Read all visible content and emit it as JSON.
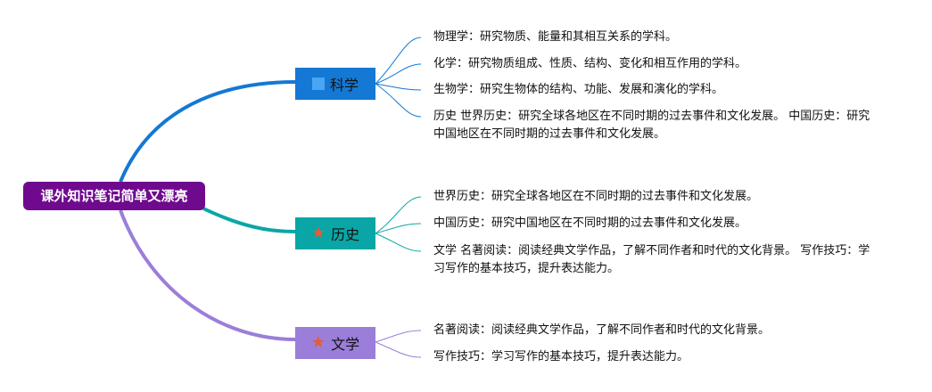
{
  "colors": {
    "root": "#6f0a8f",
    "science": "#1478d4",
    "history": "#0aa6a6",
    "literature": "#9b7ed9",
    "star": "#e35d3a"
  },
  "root": {
    "label": "课外知识笔记简单又漂亮"
  },
  "branches": [
    {
      "label": "科学",
      "icon": "square-icon",
      "leaves": [
        "物理学：研究物质、能量和其相互关系的学科。",
        "化学：研究物质组成、性质、结构、变化和相互作用的学科。",
        "生物学：研究生物体的结构、功能、发展和演化的学科。",
        "历史 世界历史：研究全球各地区在不同时期的过去事件和文化发展。 中国历史：研究中国地区在不同时期的过去事件和文化发展。"
      ]
    },
    {
      "label": "历史",
      "icon": "star-icon",
      "leaves": [
        "世界历史：研究全球各地区在不同时期的过去事件和文化发展。",
        "中国历史：研究中国地区在不同时期的过去事件和文化发展。",
        "文学 名著阅读：阅读经典文学作品，了解不同作者和时代的文化背景。 写作技巧：学习写作的基本技巧，提升表达能力。"
      ]
    },
    {
      "label": "文学",
      "icon": "star-icon",
      "leaves": [
        "名著阅读：阅读经典文学作品，了解不同作者和时代的文化背景。",
        "写作技巧：学习写作的基本技巧，提升表达能力。"
      ]
    }
  ]
}
